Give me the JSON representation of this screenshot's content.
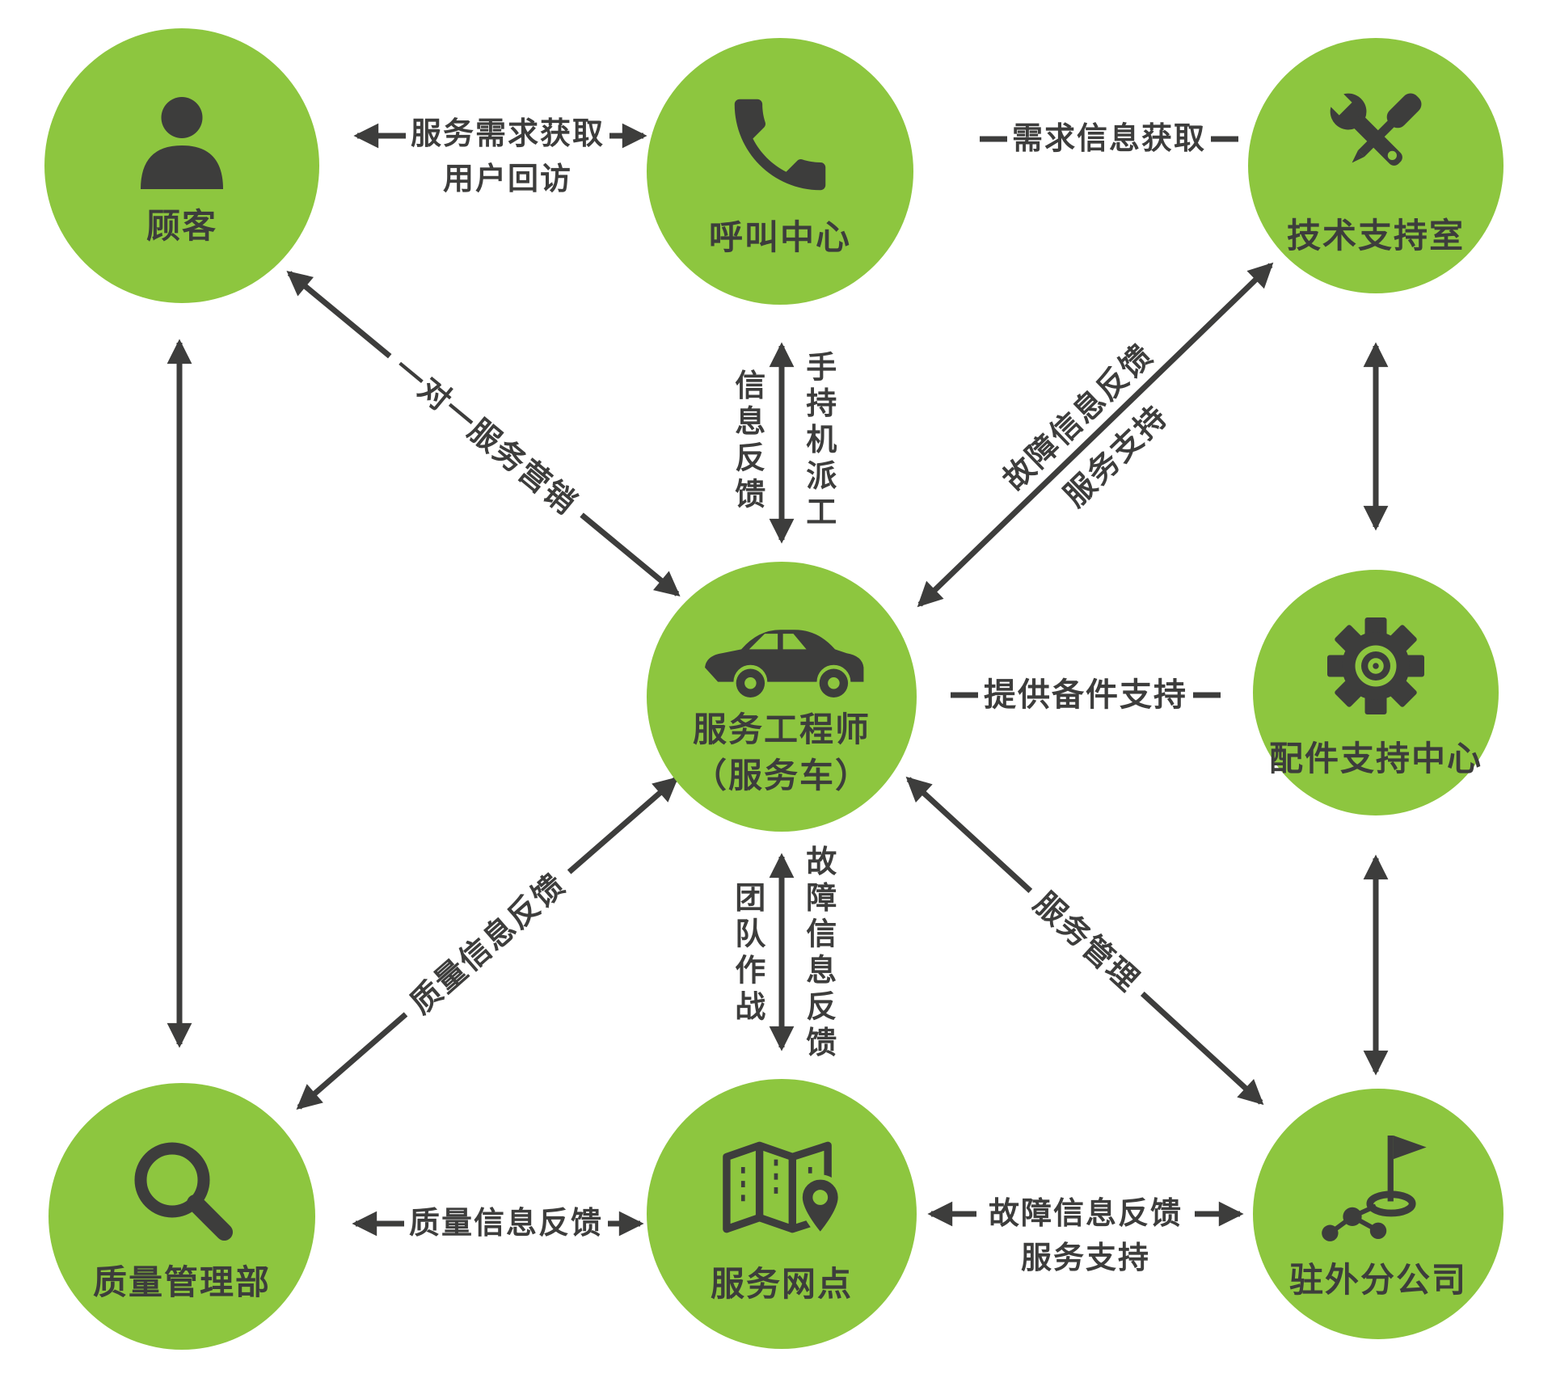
{
  "palette": {
    "green": "#8dc63f",
    "ink": "#3d3d3c",
    "background": "#ffffff"
  },
  "nodes": {
    "customer": {
      "label": "顾客",
      "icon": "person-icon"
    },
    "call_center": {
      "label": "呼叫中心",
      "icon": "phone-icon"
    },
    "tech_support": {
      "label": "技术支持室",
      "icon": "tools-icon"
    },
    "service_engineer": {
      "label": "服务工程师",
      "sublabel": "（服务车）",
      "icon": "car-icon"
    },
    "parts_center": {
      "label": "配件支持中心",
      "icon": "gear-icon"
    },
    "quality_dept": {
      "label": "质量管理部",
      "icon": "magnifier-icon"
    },
    "service_outlets": {
      "label": "服务网点",
      "icon": "map-icon"
    },
    "branch_offices": {
      "label": "驻外分公司",
      "icon": "flag-icon"
    }
  },
  "edges": {
    "customer_callcenter": {
      "line1": "服务需求获取",
      "line2": "用户回访"
    },
    "callcenter_techsupport": {
      "label": "需求信息获取"
    },
    "customer_engineer": {
      "label": "一对一服务营销"
    },
    "callcenter_engineer": {
      "left": "信息反馈",
      "right": "手持机派工"
    },
    "techsupport_engineer": {
      "line1": "故障信息反馈",
      "line2": "服务支持"
    },
    "engineer_partscenter": {
      "label": "提供备件支持"
    },
    "engineer_branch": {
      "label": "服务管理"
    },
    "engineer_outlets": {
      "left": "团队作战",
      "right": "故障信息反馈"
    },
    "quality_engineer": {
      "label": "质量信息反馈"
    },
    "quality_outlets": {
      "label": "质量信息反馈"
    },
    "outlets_branch": {
      "line1": "故障信息反馈",
      "line2": "服务支持"
    }
  }
}
